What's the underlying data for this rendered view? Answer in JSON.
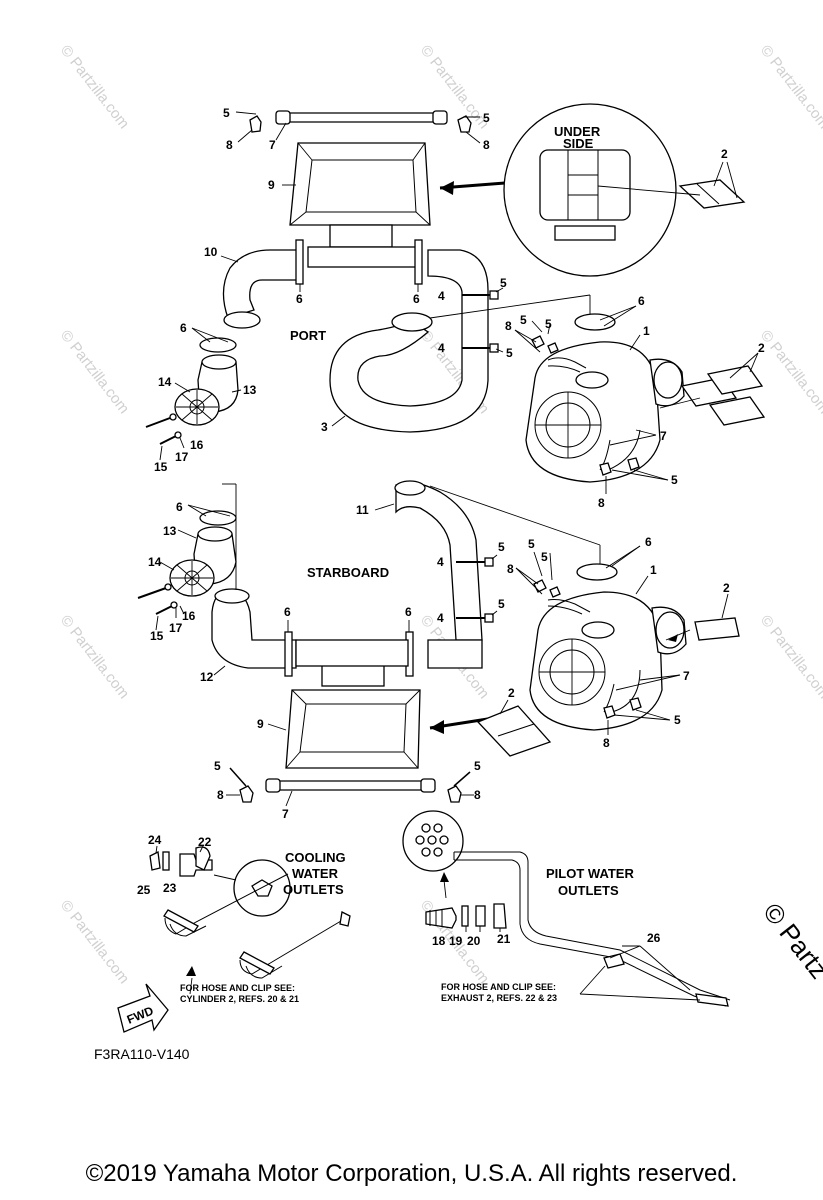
{
  "diagram": {
    "sections": {
      "port": "PORT",
      "starboard": "STARBOARD",
      "under_side_line1": "UNDER",
      "under_side_line2": "SIDE",
      "cooling_line1": "COOLING",
      "cooling_line2": "WATER",
      "cooling_line3": "OUTLETS",
      "pilot_line1": "PILOT WATER",
      "pilot_line2": "OUTLETS",
      "fwd": "FWD"
    },
    "notes": {
      "cyl_line1": "FOR HOSE AND CLIP SEE:",
      "cyl_line2": "CYLINDER 2, REFS. 20 & 21",
      "exh_line1": "FOR HOSE AND CLIP SEE:",
      "exh_line2": "EXHAUST 2, REFS. 22 & 23"
    },
    "drawing_code": "F3RA110-V140",
    "watermark": "© Partzilla.com",
    "watermark_edge": "© Partz",
    "copyright": "©2019  Yamaha Motor Corporation, U.S.A. All rights reserved.",
    "callouts": {
      "top_5_left": "5",
      "top_8_left": "8",
      "top_7": "7",
      "top_5_right": "5",
      "top_8_right": "8",
      "top_9": "9",
      "under_2": "2",
      "port_10": "10",
      "port_6a": "6",
      "port_6b": "6",
      "port_4a": "4",
      "port_5a": "5",
      "port_4b": "4",
      "port_5b": "5",
      "port_8": "8",
      "port_5c": "5",
      "port_5d": "5",
      "port_6c": "6",
      "port_1": "1",
      "port_2": "2",
      "port_6d": "6",
      "port_14": "14",
      "port_13": "13",
      "port_3": "3",
      "port_7": "7",
      "port_16": "16",
      "port_17": "17",
      "port_15": "15",
      "port_5e": "5",
      "port_8b": "8",
      "stb_6a": "6",
      "stb_11": "11",
      "stb_13": "13",
      "stb_5a": "5",
      "stb_4a": "4",
      "stb_6b": "6",
      "stb_5b": "5",
      "stb_5c": "5",
      "stb_8": "8",
      "stb_1": "1",
      "stb_14": "14",
      "stb_2": "2",
      "stb_4b": "4",
      "stb_5d": "5",
      "stb_6c": "6",
      "stb_6d": "6",
      "stb_16": "16",
      "stb_15": "15",
      "stb_17": "17",
      "stb_12": "12",
      "stb_7": "7",
      "stb_5e": "5",
      "stb_8b": "8",
      "stb_9": "9",
      "stb_2b": "2",
      "bot_5_left": "5",
      "bot_8_left": "8",
      "bot_7": "7",
      "bot_5_right": "5",
      "bot_8_right": "8",
      "c_24": "24",
      "c_22": "22",
      "c_25": "25",
      "c_23": "23",
      "p_18": "18",
      "p_19": "19",
      "p_20": "20",
      "p_21": "21",
      "p_26": "26"
    }
  }
}
